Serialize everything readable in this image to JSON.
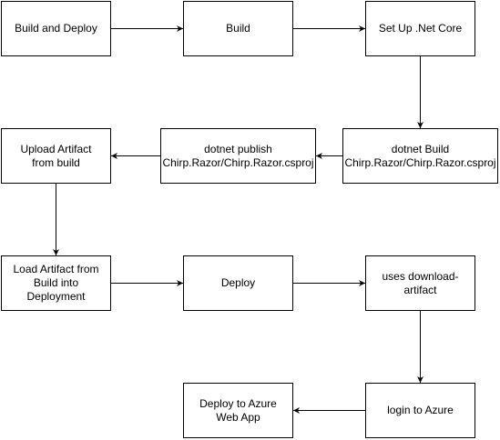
{
  "diagram": {
    "colors": {
      "stroke": "#000000",
      "fill": "#ffffff",
      "text": "#000000"
    },
    "nodes": {
      "build_and_deploy": {
        "label": "Build and Deploy"
      },
      "build": {
        "label": "Build"
      },
      "setup_net_core": {
        "label": "Set Up .Net Core"
      },
      "dotnet_build": {
        "label": "dotnet Build\nChirp.Razor/Chirp.Razor.csproj"
      },
      "dotnet_publish": {
        "label": "dotnet publish\nChirp.Razor/Chirp.Razor.csproj"
      },
      "upload_artifact": {
        "label": "Upload Artifact\nfrom build"
      },
      "load_artifact": {
        "label": "Load Artifact from\nBuild into Deployment"
      },
      "deploy": {
        "label": "Deploy"
      },
      "download_artifact": {
        "label": "uses download-\nartifact"
      },
      "login_azure": {
        "label": "login to Azure"
      },
      "deploy_azure": {
        "label": "Deploy to Azure\nWeb App"
      }
    },
    "edges": [
      {
        "from": "build_and_deploy",
        "to": "build"
      },
      {
        "from": "build",
        "to": "setup_net_core"
      },
      {
        "from": "setup_net_core",
        "to": "dotnet_build"
      },
      {
        "from": "dotnet_build",
        "to": "dotnet_publish"
      },
      {
        "from": "dotnet_publish",
        "to": "upload_artifact"
      },
      {
        "from": "upload_artifact",
        "to": "load_artifact"
      },
      {
        "from": "load_artifact",
        "to": "deploy"
      },
      {
        "from": "deploy",
        "to": "download_artifact"
      },
      {
        "from": "download_artifact",
        "to": "login_azure"
      },
      {
        "from": "login_azure",
        "to": "deploy_azure"
      }
    ]
  }
}
